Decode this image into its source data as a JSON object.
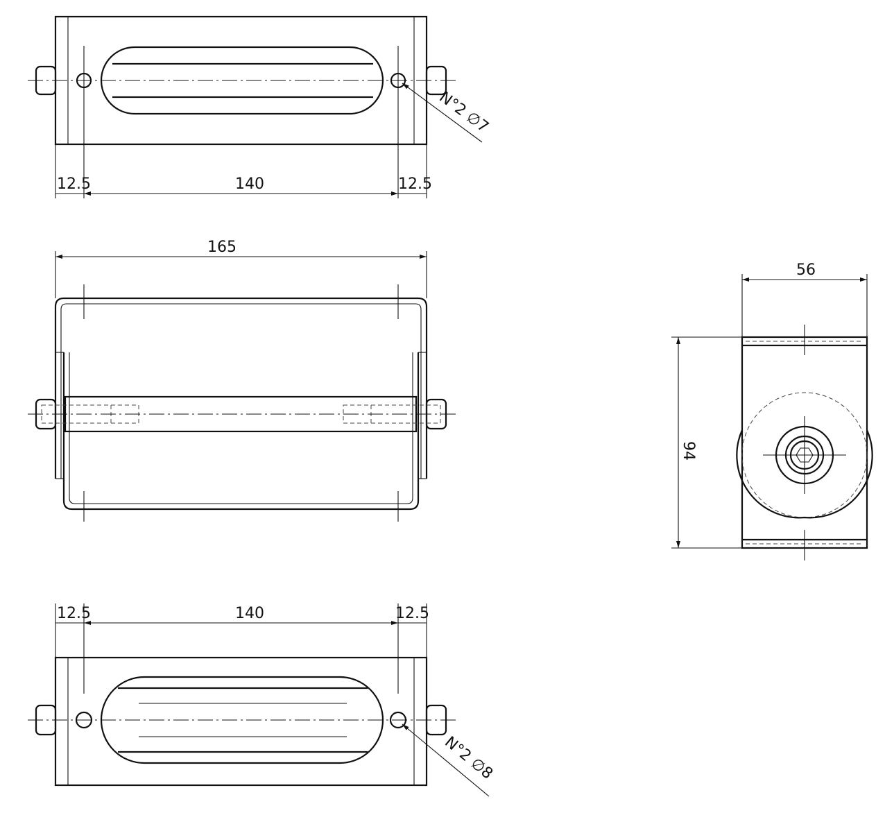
{
  "views": {
    "top": {
      "dims": {
        "left_edge": "12.5",
        "span": "140",
        "right_edge": "12.5"
      },
      "hole_callout": "N°2 ∅7"
    },
    "front": {
      "dims": {
        "overall_width": "165"
      }
    },
    "bottom": {
      "dims": {
        "left_edge": "12.5",
        "span": "140",
        "right_edge": "12.5"
      },
      "hole_callout": "N°2 ∅8"
    },
    "side": {
      "dims": {
        "width": "56",
        "height": "94"
      }
    }
  },
  "colors": {
    "line": "#111111",
    "background": "#ffffff"
  }
}
